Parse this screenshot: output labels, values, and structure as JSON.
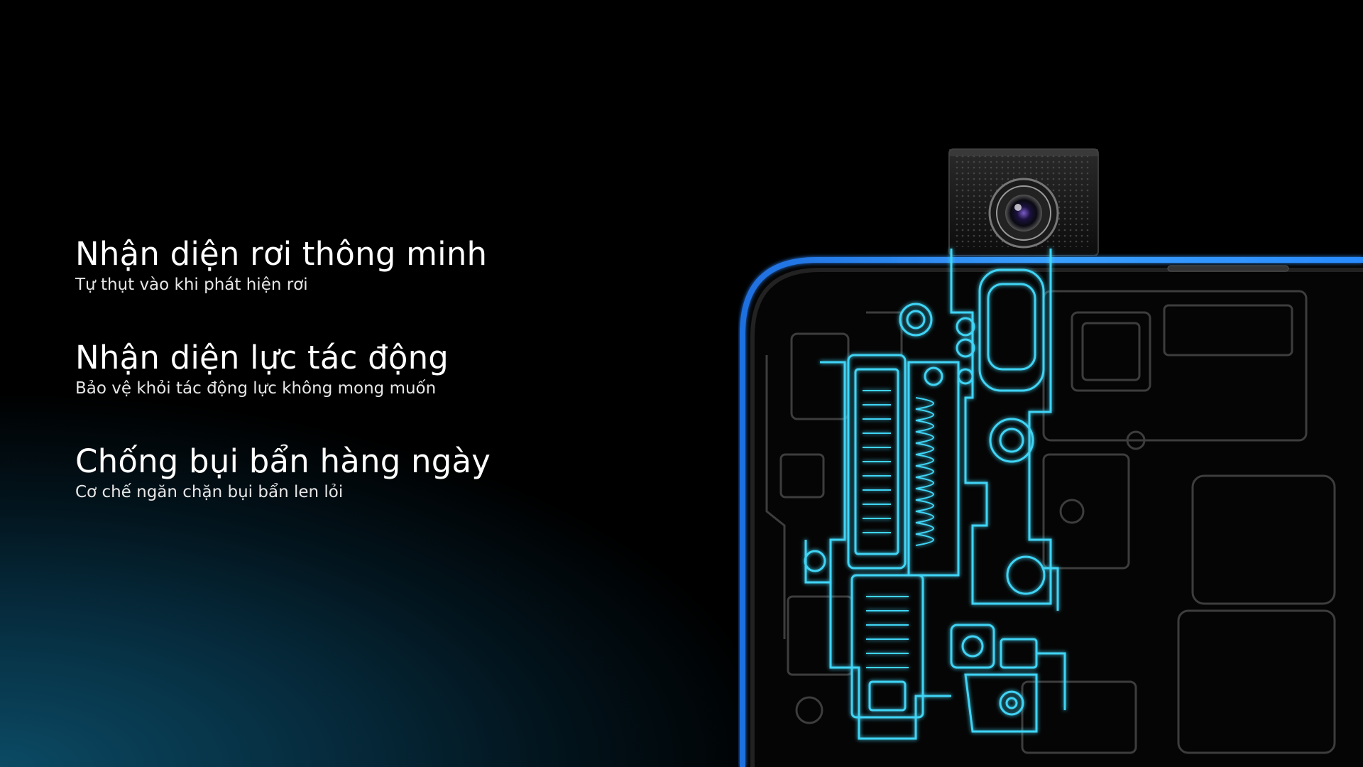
{
  "features": [
    {
      "title": "Nhận diện rơi thông minh",
      "description": "Tự thụt vào khi phát hiện rơi"
    },
    {
      "title": "Nhận diện lực tác động",
      "description": "Bảo vệ khỏi tác động lực không mong muốn"
    },
    {
      "title": "Chống bụi bẩn hàng ngày",
      "description": "Cơ chế ngăn chặn bụi bẩn len lỏi"
    }
  ],
  "colors": {
    "accent_cyan": "#3fd4f5",
    "frame_blue": "#2a8cff",
    "background": "#000000",
    "gradient_teal": "#0b4a64"
  },
  "illustration": {
    "subject": "pop-up-camera-phone-xray",
    "icons": [
      "pop-up-camera-icon",
      "camera-lens-icon",
      "speaker-grille-icon",
      "motor-spring-mechanism-icon"
    ]
  }
}
